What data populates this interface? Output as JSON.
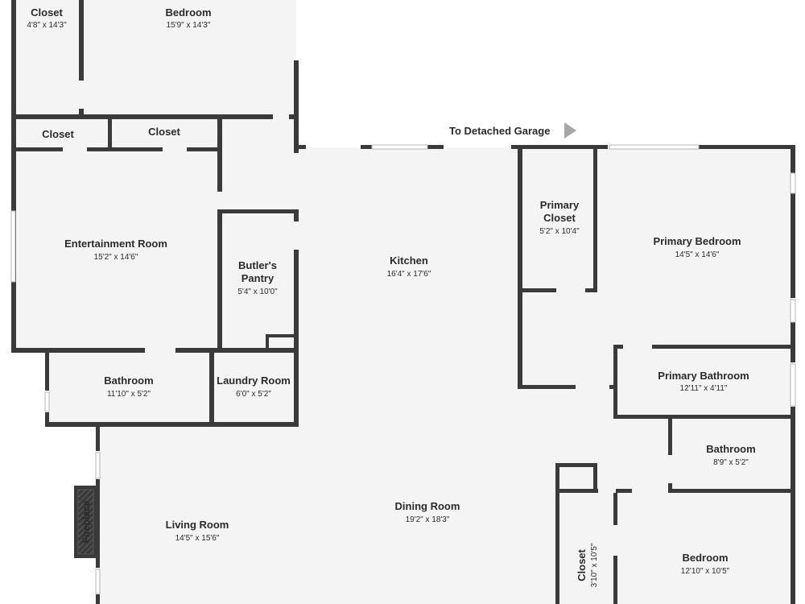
{
  "colors": {
    "wall": "#3a3a3a",
    "floor": "#f4f4f4",
    "window": "#b5b5b5",
    "arrow": "#a6a6a6"
  },
  "garage_label": "To Detached Garage",
  "fireplace_label": "Fireplace",
  "rooms": {
    "closet_top": {
      "name": "Closet",
      "dim": "4'8\" x 14'3\""
    },
    "bedroom_top": {
      "name": "Bedroom",
      "dim": "15'9\" x 14'3\""
    },
    "closet_a": {
      "name": "Closet"
    },
    "closet_b": {
      "name": "Closet"
    },
    "entertainment": {
      "name": "Entertainment Room",
      "dim": "15'2\" x 14'6\""
    },
    "butlers_pantry": {
      "name_1": "Butler's",
      "name_2": "Pantry",
      "dim": "5'4\" x 10'0\""
    },
    "kitchen": {
      "name": "Kitchen",
      "dim": "16'4\" x 17'6\""
    },
    "primary_closet": {
      "name_1": "Primary",
      "name_2": "Closet",
      "dim": "5'2\" x 10'4\""
    },
    "primary_bedroom": {
      "name": "Primary Bedroom",
      "dim": "14'5\" x 14'6\""
    },
    "bathroom_left": {
      "name": "Bathroom",
      "dim": "11'10\" x 5'2\""
    },
    "laundry": {
      "name": "Laundry Room",
      "dim": "6'0\" x 5'2\""
    },
    "primary_bathroom": {
      "name": "Primary Bathroom",
      "dim": "12'11\" x 4'11\""
    },
    "bathroom_right": {
      "name": "Bathroom",
      "dim": "8'9\" x 5'2\""
    },
    "dining": {
      "name": "Dining Room",
      "dim": "19'2\" x 18'3\""
    },
    "living": {
      "name": "Living Room",
      "dim": "14'5\" x 15'6\""
    },
    "closet_vertical": {
      "name": "Closet",
      "dim": "3'10\" x 10'5\""
    },
    "bedroom_bottom": {
      "name": "Bedroom",
      "dim": "12'10\" x 10'5\""
    }
  }
}
